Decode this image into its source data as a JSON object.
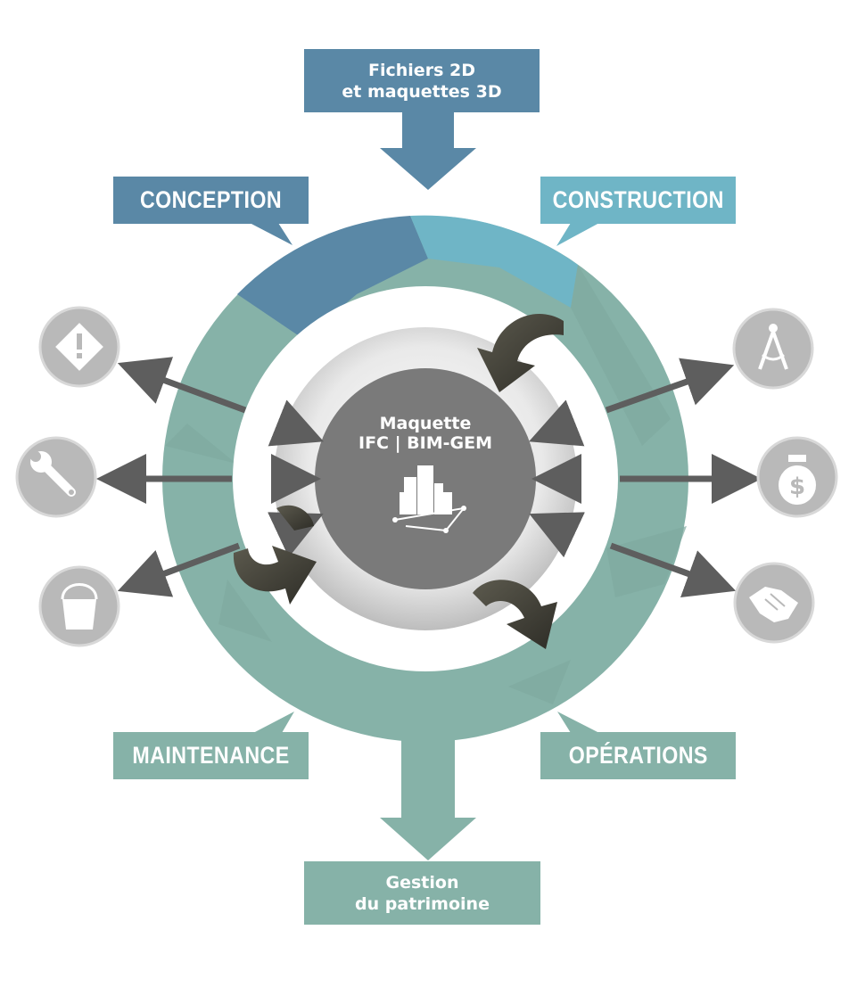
{
  "input": {
    "line1": "Fichiers 2D",
    "line2": "et maquettes 3D"
  },
  "output": {
    "line1": "Gestion",
    "line2": "du patrimoine"
  },
  "stages": {
    "conception": "CONCEPTION",
    "construction": "CONSTRUCTION",
    "maintenance": "MAINTENANCE",
    "operations": "OPÉRATIONS"
  },
  "center": {
    "line1": "Maquette",
    "line2": "IFC | BIM-GEM",
    "icon": "city-buildings-icon"
  },
  "left_icons": [
    "warning-icon",
    "wrench-icon",
    "bucket-icon"
  ],
  "right_icons": [
    "compass-icon",
    "money-bag-icon",
    "handshake-icon"
  ],
  "colors": {
    "dark_blue": "#5a88a6",
    "light_blue": "#6fb5c6",
    "teal": "#86b2a8",
    "center": "#7a7a7a",
    "icon_circle": "#b9b9b9"
  }
}
